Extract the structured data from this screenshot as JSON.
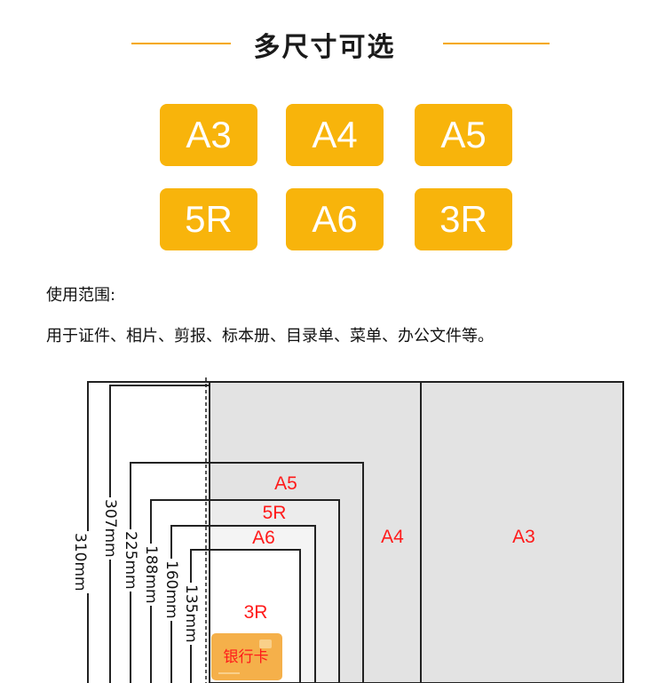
{
  "heading": "多尺寸可选",
  "colors": {
    "accent": "#f8b40b",
    "label": "#ff1a1a"
  },
  "sizes": [
    "A3",
    "A4",
    "A5",
    "5R",
    "A6",
    "3R"
  ],
  "usage": {
    "label": "使用范围:",
    "text": "用于证件、相片、剪报、标本册、目录单、菜单、办公文件等。"
  },
  "diagram": {
    "papers": [
      "A3",
      "A4",
      "A5",
      "5R",
      "A6",
      "3R"
    ],
    "dimensions": [
      "310mm",
      "307mm",
      "225mm",
      "188mm",
      "160mm",
      "135mm"
    ],
    "card_label": "银行卡"
  }
}
